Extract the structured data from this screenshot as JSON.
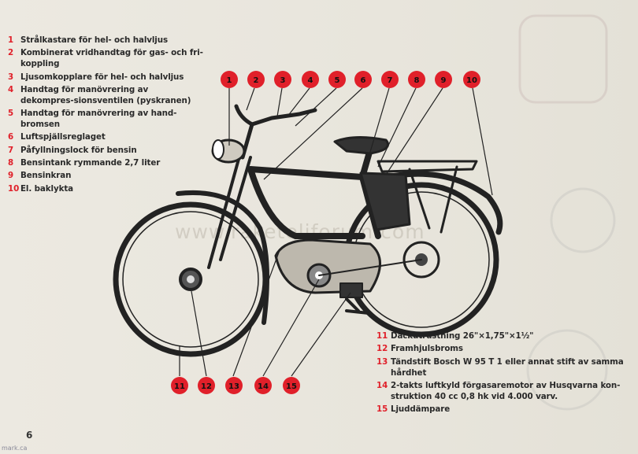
{
  "page_number": "6",
  "watermark": "www.raketeliforum.com",
  "corner_mark": "mark.ca",
  "callouts": {
    "c1": "1",
    "c2": "2",
    "c3": "3",
    "c4": "4",
    "c5": "5",
    "c6": "6",
    "c7": "7",
    "c8": "8",
    "c9": "9",
    "c10": "10",
    "c11": "11",
    "c12": "12",
    "c13": "13",
    "c14": "14",
    "c15": "15"
  },
  "legend_top": [
    {
      "num": "1",
      "text": "Strålkastare för hel- och halvljus"
    },
    {
      "num": "2",
      "text": "Kombinerat vridhandtag för gas- och fri-koppling"
    },
    {
      "num": "3",
      "text": "Ljusomkopplare för hel- och halvljus"
    },
    {
      "num": "4",
      "text": "Handtag för manövrering av dekompres-sionsventilen (pyskranen)"
    },
    {
      "num": "5",
      "text": "Handtag för manövrering av hand-bromsen"
    },
    {
      "num": "6",
      "text": "Luftspjällsreglaget"
    },
    {
      "num": "7",
      "text": "Påfyllningslock för bensin"
    },
    {
      "num": "8",
      "text": "Bensintank rymmande 2,7 liter"
    },
    {
      "num": "9",
      "text": "Bensinkran"
    },
    {
      "num": "10",
      "text": "El. baklykta"
    }
  ],
  "legend_bottom": [
    {
      "num": "11",
      "text": "Däckutrustning 26\"×1,75\"×1½\""
    },
    {
      "num": "12",
      "text": "Framhjulsbroms"
    },
    {
      "num": "13",
      "text": "Tändstift Bosch W 95 T 1 eller annat stift av samma hårdhet"
    },
    {
      "num": "14",
      "text": "2-takts luftkyld förgasaremotor av Husqvarna kon-struktion 40 cc 0,8 hk vid 4.000 varv."
    },
    {
      "num": "15",
      "text": "Ljuddämpare"
    }
  ],
  "colors": {
    "callout_red": "#e0202a",
    "ink": "#2a2a2a"
  }
}
